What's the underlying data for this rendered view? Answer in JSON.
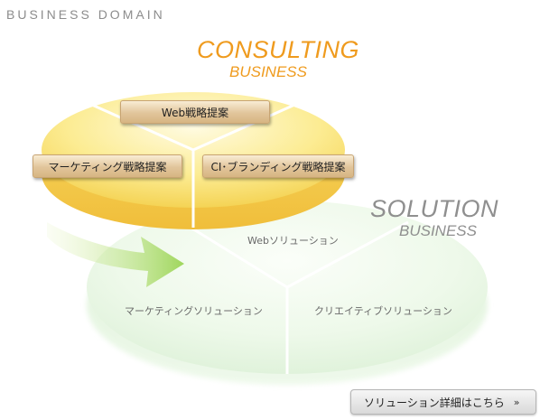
{
  "page": {
    "heading": "BUSINESS DOMAIN"
  },
  "consulting": {
    "title_line1": "CONSULTING",
    "title_line2": "BUSINESS",
    "items": [
      "Web戦略提案",
      "マーケティング戦略提案",
      "CI･ブランディング戦略提案"
    ]
  },
  "solution": {
    "title_line1": "SOLUTION",
    "title_line2": "BUSINESS",
    "items": [
      "Webソリューション",
      "マーケティングソリューション",
      "クリエイティブソリューション"
    ]
  },
  "detail_button": {
    "label": "ソリューション詳細はこちら",
    "icon": "double-chevron-right-icon",
    "glyph": "»"
  },
  "colors": {
    "consulting_accent": "#ef9b1e",
    "solution_text": "#8f8f8f",
    "consulting_disc": "#fbe57a",
    "solution_disc": "#e8f7e4",
    "arrow": "#b8e07a"
  }
}
